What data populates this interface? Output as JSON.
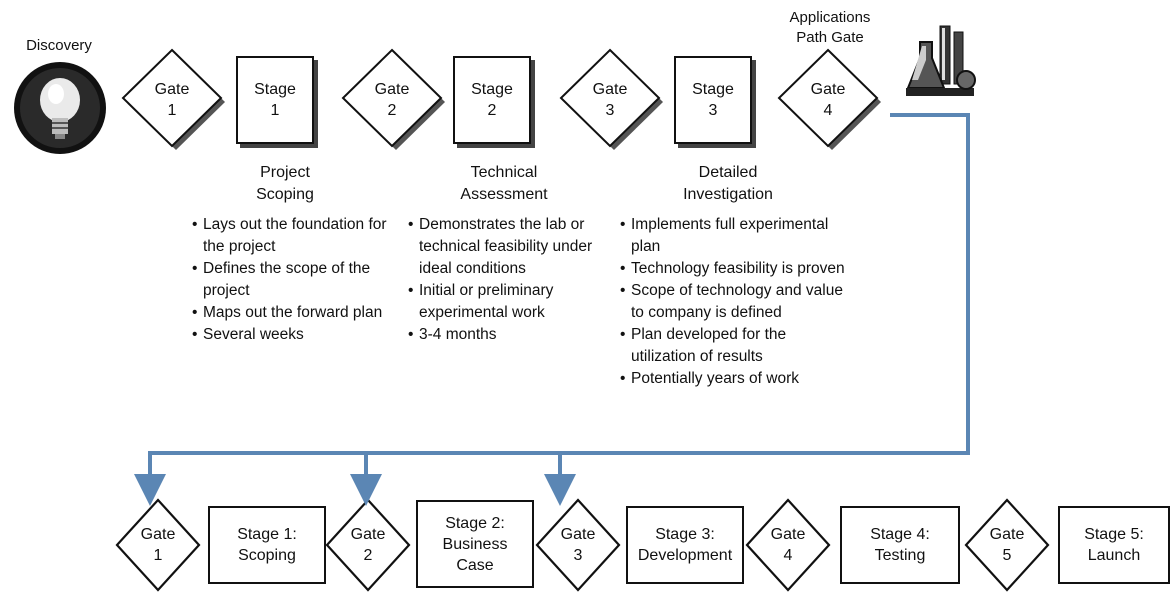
{
  "top": {
    "discovery_label": "Discovery",
    "applications_gate_label": "Applications Path Gate",
    "applications_gate_line1": "Applications",
    "applications_gate_line2": "Path Gate",
    "gates": [
      {
        "word": "Gate",
        "num": "1"
      },
      {
        "word": "Gate",
        "num": "2"
      },
      {
        "word": "Gate",
        "num": "3"
      },
      {
        "word": "Gate",
        "num": "4"
      }
    ],
    "stages": [
      {
        "word": "Stage",
        "num": "1"
      },
      {
        "word": "Stage",
        "num": "2"
      },
      {
        "word": "Stage",
        "num": "3"
      }
    ],
    "columns": [
      {
        "title_line1": "Project",
        "title_line2": "Scoping",
        "bullets": [
          "Lays out the foundation for the project",
          "Defines the scope of the project",
          "Maps out the forward plan",
          "Several weeks"
        ]
      },
      {
        "title_line1": "Technical",
        "title_line2": "Assessment",
        "bullets": [
          "Demonstrates the lab or technical feasibility under ideal conditions",
          "Initial or preliminary experimental work",
          "3-4 months"
        ]
      },
      {
        "title_line1": "Detailed",
        "title_line2": "Investigation",
        "bullets": [
          "Implements full experimental plan",
          "Technology feasibility is proven",
          "Scope of technology and value to company is defined",
          "Plan developed for the utilization of results",
          "Potentially years of work"
        ]
      }
    ],
    "icons": [
      "lightbulb-icon",
      "lab-flasks-icon"
    ]
  },
  "bottom": {
    "gates": [
      {
        "word": "Gate",
        "num": "1"
      },
      {
        "word": "Gate",
        "num": "2"
      },
      {
        "word": "Gate",
        "num": "3"
      },
      {
        "word": "Gate",
        "num": "4"
      },
      {
        "word": "Gate",
        "num": "5"
      }
    ],
    "stages": [
      {
        "line1": "Stage 1:",
        "line2": "Scoping",
        "line3": ""
      },
      {
        "line1": "Stage 2:",
        "line2": "Business",
        "line3": "Case"
      },
      {
        "line1": "Stage 3:",
        "line2": "Development",
        "line3": ""
      },
      {
        "line1": "Stage 4:",
        "line2": "Testing",
        "line3": ""
      },
      {
        "line1": "Stage 5:",
        "line2": "Launch",
        "line3": ""
      }
    ]
  },
  "colors": {
    "connector": "#5b86b4",
    "ink": "#111111"
  }
}
